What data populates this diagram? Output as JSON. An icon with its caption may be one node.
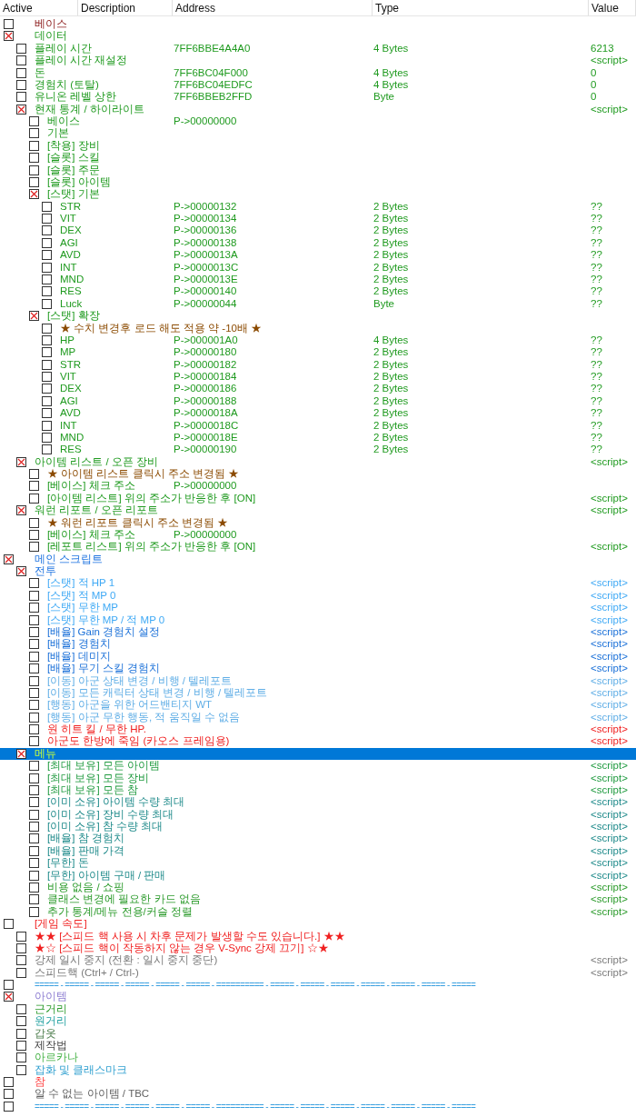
{
  "diagram": {
    "labels": [
      "Active",
      "Description",
      "Address",
      "Type",
      "Value",
      "베이스",
      "데이터",
      "플레이 시간",
      "7FF6BBE4A4A0",
      "4 Bytes",
      "6213",
      "플레이 시간 재설정",
      "<script>",
      "돈",
      "7FF6BC04F000",
      "4 Bytes",
      "0",
      "경험치 (토탈)",
      "7FF6BC04EDFC",
      "4 Bytes",
      "0",
      "유니온 레벨 상한",
      "7FF6BBEB2FFD",
      "Byte",
      "0",
      "현재 통계 / 하이라이트",
      "<script>",
      "베이스",
      "P->00000000",
      "기본",
      "[착용] 장비",
      "[슬롯] 스킬",
      "[슬롯] 주문",
      "[슬롯] 아이템",
      "[스탯] 기본",
      "STR",
      "P->00000132",
      "2 Bytes",
      "??",
      "VIT",
      "P->00000134",
      "2 Bytes",
      "??",
      "DEX",
      "P->00000136",
      "2 Bytes",
      "??",
      "AGI",
      "P->00000138",
      "2 Bytes",
      "??",
      "AVD",
      "P->0000013A",
      "2 Bytes",
      "??",
      "INT",
      "P->0000013C",
      "2 Bytes",
      "??",
      "MND",
      "P->0000013E",
      "2 Bytes",
      "??",
      "RES",
      "P->00000140",
      "2 Bytes",
      "??",
      "Luck",
      "P->00000044",
      "Byte",
      "??",
      "[스탯] 확장",
      "★ 수치 변경후 로드 해도 적용  약 -10배 ★",
      "HP",
      "P->000001A0",
      "4 Bytes",
      "??",
      "MP",
      "P->00000180",
      "2 Bytes",
      "??",
      "STR",
      "P->00000182",
      "2 Bytes",
      "??",
      "VIT",
      "P->00000184",
      "2 Bytes",
      "??",
      "DEX",
      "P->00000186",
      "2 Bytes",
      "??",
      "AGI",
      "P->00000188",
      "2 Bytes",
      "??",
      "AVD",
      "P->0000018A",
      "2 Bytes",
      "??",
      "INT",
      "P->0000018C",
      "2 Bytes",
      "??",
      "MND",
      "P->0000018E",
      "2 Bytes",
      "??",
      "RES",
      "P->00000190",
      "2 Bytes",
      "??",
      "아이템 리스트 / 오픈 장비",
      "<script>",
      "★ 아이템 리스트 클릭시 주소 변경됨 ★",
      "[베이스] 체크 주소",
      "P->00000000",
      "[아이템 리스트] 위의 주소가 반응한 후 [ON]",
      "<script>",
      "워런 리포트 / 오픈 리포트",
      "<script>",
      "★ 워런 리포트 클릭시 주소 변경됨 ★",
      "[베이스] 체크 주소",
      "P->00000000",
      "[레포트 리스트] 위의 주소가 반응한 후 [ON]",
      "<script>",
      "메인 스크립트",
      "전투",
      "[스탯] 적 HP 1",
      "<script>",
      "[스탯] 적 MP 0",
      "<script>",
      "[스탯] 무한 MP",
      "<script>",
      "[스탯] 무한 MP / 적 MP 0",
      "<script>",
      "[배율] Gain 경험치 설정",
      "<script>",
      "[배율] 경험치",
      "<script>",
      "[배율] 데미지",
      "<script>",
      "[배율] 무기 스킬 경험치",
      "<script>",
      "[이동] 아군 상태 변경 / 비행 / 텔레포트",
      "<script>",
      "[이동] 모든 캐릭터 상태 변경 / 비행 / 텔레포트",
      "<script>",
      "[행동] 아군을 위한 어드밴티지 WT",
      "<script>",
      "[행동] 아군 무한 행동, 적 움직일 수 없음",
      "<script>",
      "원 히트 킬 / 무한 HP.",
      "<script>",
      "아군도 한방에 죽임 (카오스 프레임용)",
      "<script>",
      "메뉴",
      "[최대 보유] 모든 아이템",
      "<script>",
      "[최대 보유] 모든 장비",
      "<script>",
      "[최대 보유] 모든 참",
      "<script>",
      "[이미 소유] 아이템 수량 최대",
      "<script>",
      "[이미 소유] 장비 수량 최대",
      "<script>",
      "[이미 소유] 참 수량 최대",
      "<script>",
      "[배율] 참 경험치",
      "<script>",
      "[배율] 판매 가격",
      "<script>",
      "[무한] 돈",
      "<script>",
      "[무한] 아이템 구매 / 판매",
      "<script>",
      "비용 없음 / 쇼핑",
      "<script>",
      "클래스 변경에 필요한 카드 없음",
      "<script>",
      "추가 통계/메뉴 전용/커슬 정렬",
      "<script>",
      "[게임 속도]",
      "★★ [스피드 핵 사용 시 차후 문제가 발생할 수도 있습니다.] ★★",
      "★☆ [스피드 핵이 작동하지 않는 경우 V-Sync 강제 끄기] ☆★",
      "강제 일시 중지 (전환 : 일시 중지 중단)",
      "<script>",
      "스피드핵 (Ctrl+ / Ctrl-)",
      "<script>",
      "===== - ===== - ===== - ===== - ===== - ===== - ========== - ===== - ===== - ===== - ===== - ===== - ===== - =====",
      "아이템",
      "근거리",
      "원거리",
      "갑옷",
      "제작법",
      "아르카나",
      "잡화 및 클래스마크",
      "참",
      "알 수 없는 아이템 / TBC",
      "===== - ===== - ===== - ===== - ===== - ===== - ========== - ===== - ===== - ===== - ===== - ===== - ===== - ====="
    ]
  }
}
